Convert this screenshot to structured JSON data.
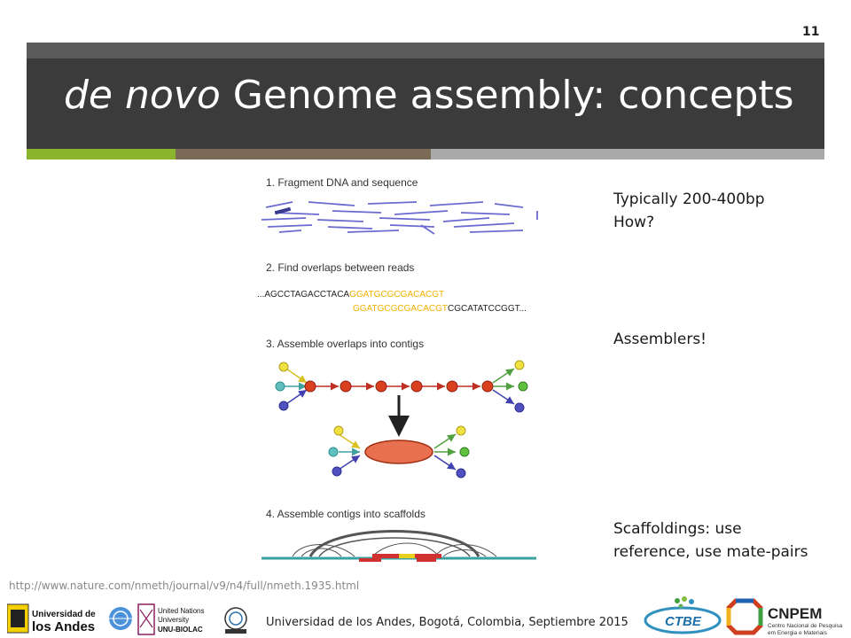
{
  "slide": {
    "number": "11",
    "title_italic": "de novo",
    "title_rest": " Genome assembly: concepts"
  },
  "notes": {
    "line1": "Typically 200-400bp",
    "line2": "How?",
    "line3": "Assemblers!",
    "line4": "Scaffoldings: use reference, use mate-pairs"
  },
  "figure": {
    "step1": "1. Fragment DNA and sequence",
    "step2": "2. Find overlaps between reads",
    "seq_line1_black": "...AGCCTAGACCTACA",
    "seq_line1_orange": "GGATGCGCGACACGT",
    "seq_line2_orange": "GGATGCGCGACACGT",
    "seq_line2_black": "CGCATATCCGGT...",
    "step3": "3. Assemble overlaps into contigs",
    "step4": "4. Assemble contigs into scaffolds"
  },
  "footer": {
    "url": "http://www.nature.com/nmeth/journal/v9/n4/full/nmeth.1935.html",
    "affiliation": "Universidad de los Andes, Bogotá, Colombia, Septiembre 2015",
    "logo_uniandes_1": "Universidad de",
    "logo_uniandes_2": "los Andes",
    "logo_unu_1": "United Nations",
    "logo_unu_2": "University",
    "logo_unu_3": "UNU-BIOLAC",
    "logo_ctbe": "CTBE",
    "logo_cnpem": "CNPEM",
    "logo_cnpem_sub1": "Centro Nacional de Pesquisa",
    "logo_cnpem_sub2": "em Energia e Materiais"
  },
  "colors": {
    "title_bar": "#3b3b3b",
    "accent_green": "#8ab52c",
    "accent_brown": "#7b6a55",
    "read_blue": "#6a6ad0",
    "overlap_orange": "#f0b000",
    "node_red": "#d84020",
    "contig_orange": "#e87050",
    "scaffold_teal": "#3aa0a0"
  }
}
